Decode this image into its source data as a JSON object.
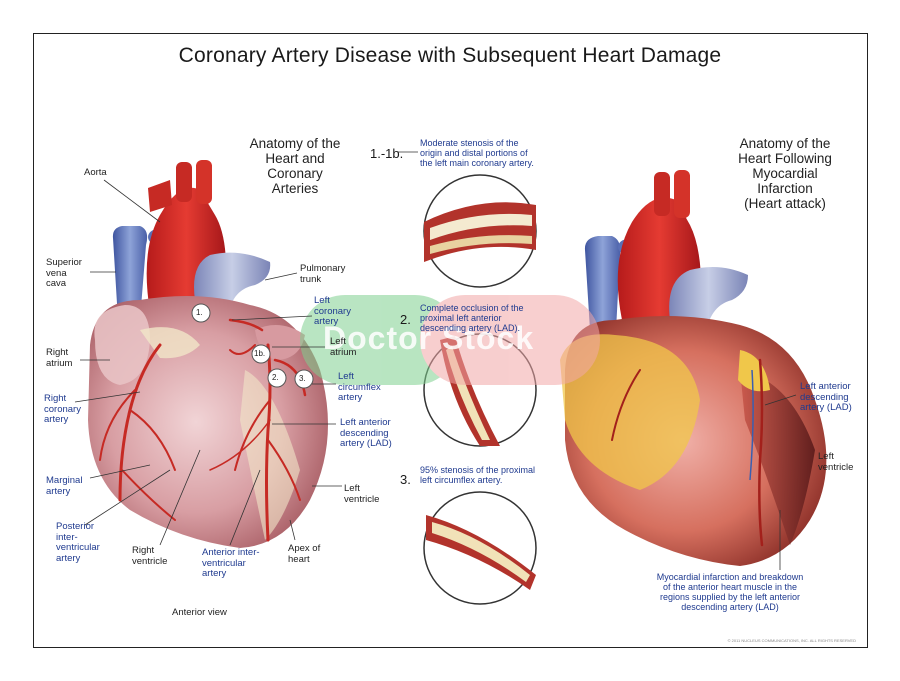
{
  "title": "Coronary Artery Disease with Subsequent Heart Damage",
  "left_panel": {
    "heading": [
      "Anatomy of the",
      "Heart and",
      "Coronary",
      "Arteries"
    ],
    "view": "Anterior view",
    "labels": {
      "aorta": "Aorta",
      "svc": [
        "Superior",
        "vena",
        "cava"
      ],
      "pulmonary": [
        "Pulmonary",
        "trunk"
      ],
      "left_coronary": [
        "Left",
        "coronary",
        "artery"
      ],
      "left_atrium": [
        "Left",
        "atrium"
      ],
      "circumflex": [
        "Left",
        "circumflex",
        "artery"
      ],
      "right_atrium": [
        "Right",
        "atrium"
      ],
      "right_coronary": [
        "Right",
        "coronary",
        "artery"
      ],
      "lad": [
        "Left anterior",
        "descending",
        "artery (LAD)"
      ],
      "marginal": [
        "Marginal",
        "artery"
      ],
      "left_ventricle": [
        "Left",
        "ventricle"
      ],
      "posterior": [
        "Posterior",
        "inter-",
        "ventricular",
        "artery"
      ],
      "right_ventricle": [
        "Right",
        "ventricle"
      ],
      "anterior_inter": [
        "Anterior inter-",
        "ventricular",
        "artery"
      ],
      "apex": [
        "Apex of",
        "heart"
      ]
    },
    "markers": [
      "1.",
      "1b.",
      "2.",
      "3."
    ]
  },
  "middle_panel": {
    "steps": [
      {
        "num": "1.-1b.",
        "text": [
          "Moderate stenosis of the",
          "origin and distal portions of",
          "the left main coronary artery."
        ]
      },
      {
        "num": "2.",
        "text": [
          "Complete occlusion of the",
          "proximal left anterior",
          "descending artery (LAD)."
        ]
      },
      {
        "num": "3.",
        "text": [
          "95% stenosis of the proximal",
          "left circumflex artery."
        ]
      }
    ]
  },
  "right_panel": {
    "heading": [
      "Anatomy of the",
      "Heart Following",
      "Myocardial",
      "Infarction",
      "(Heart attack)"
    ],
    "labels": {
      "lad": [
        "Left anterior",
        "descending",
        "artery (LAD)"
      ],
      "left_ventricle": [
        "Left",
        "ventricle"
      ]
    },
    "caption": [
      "Myocardial infarction and breakdown",
      "of the anterior heart muscle in the",
      "regions supplied by the left anterior",
      "descending artery (LAD)"
    ]
  },
  "watermark": "Doctor Stock",
  "copyright": "© 2011 NUCLEUS COMMUNICATIONS, INC. ALL RIGHTS RESERVED"
}
